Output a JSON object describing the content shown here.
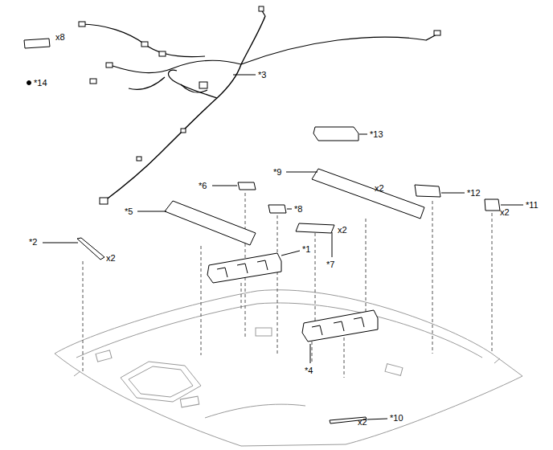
{
  "diagram": {
    "labels": [
      "x8",
      "*14",
      "*3",
      "*13",
      "*6",
      "*9",
      "x2",
      "*12",
      "*11",
      "x2",
      "*5",
      "*8",
      "x2",
      "*2",
      "x2",
      "*1",
      "*7",
      "*4",
      "x2",
      "*10"
    ]
  }
}
